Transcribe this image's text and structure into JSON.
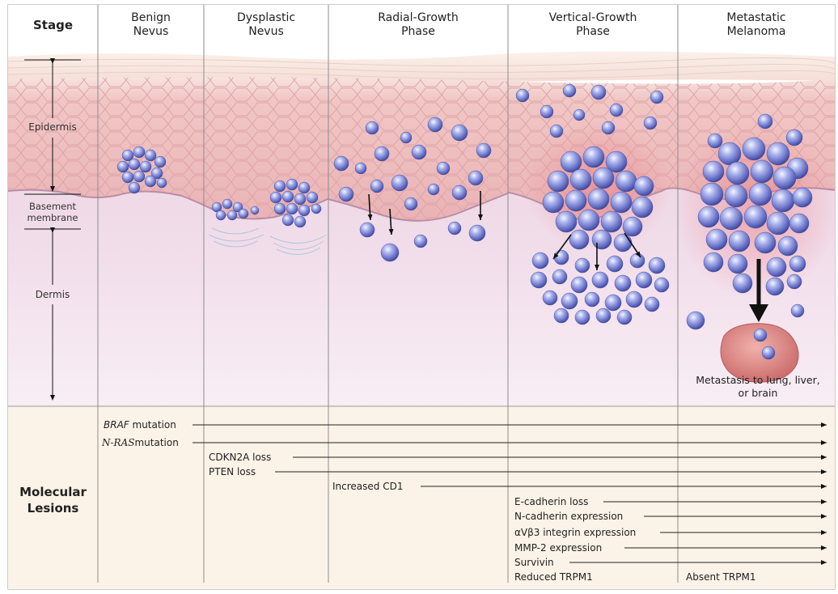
{
  "headers": {
    "stage": "Stage",
    "benign": "Benign\nNevus",
    "dysplastic": "Dysplastic\nNevus",
    "radial": "Radial-Growth\nPhase",
    "vertical": "Vertical-Growth\nPhase",
    "metastatic": "Metastatic\nMelanoma"
  },
  "layers": {
    "epidermis": "Epidermis",
    "basement": "Basement\nmembrane",
    "dermis": "Dermis"
  },
  "metastasis_label": "Metastasis to lung, liver,\nor brain",
  "molecular": {
    "title": "Molecular\nLesions",
    "lesions": [
      {
        "name": "BRAF",
        "suffix": " mutation"
      },
      {
        "name": "N-RAS",
        "suffix": "mutation"
      },
      {
        "name": "CDKN2A loss"
      },
      {
        "name": "PTEN loss"
      },
      {
        "name": "Increased CD1"
      },
      {
        "name": "E-cadherin loss"
      },
      {
        "name": "N-cadherin expression"
      },
      {
        "name": "αVβ3 integrin expression"
      },
      {
        "name": "MMP-2 expression"
      },
      {
        "name": "Survivin"
      },
      {
        "name": "Reduced TRPM1"
      },
      {
        "name": "Absent TRPM1"
      }
    ]
  },
  "colors": {
    "epidermis": "#f3c6c4",
    "dermis": "#eedcea",
    "lesion_band": "#fbf3e7",
    "cell": "#7d86d6"
  }
}
